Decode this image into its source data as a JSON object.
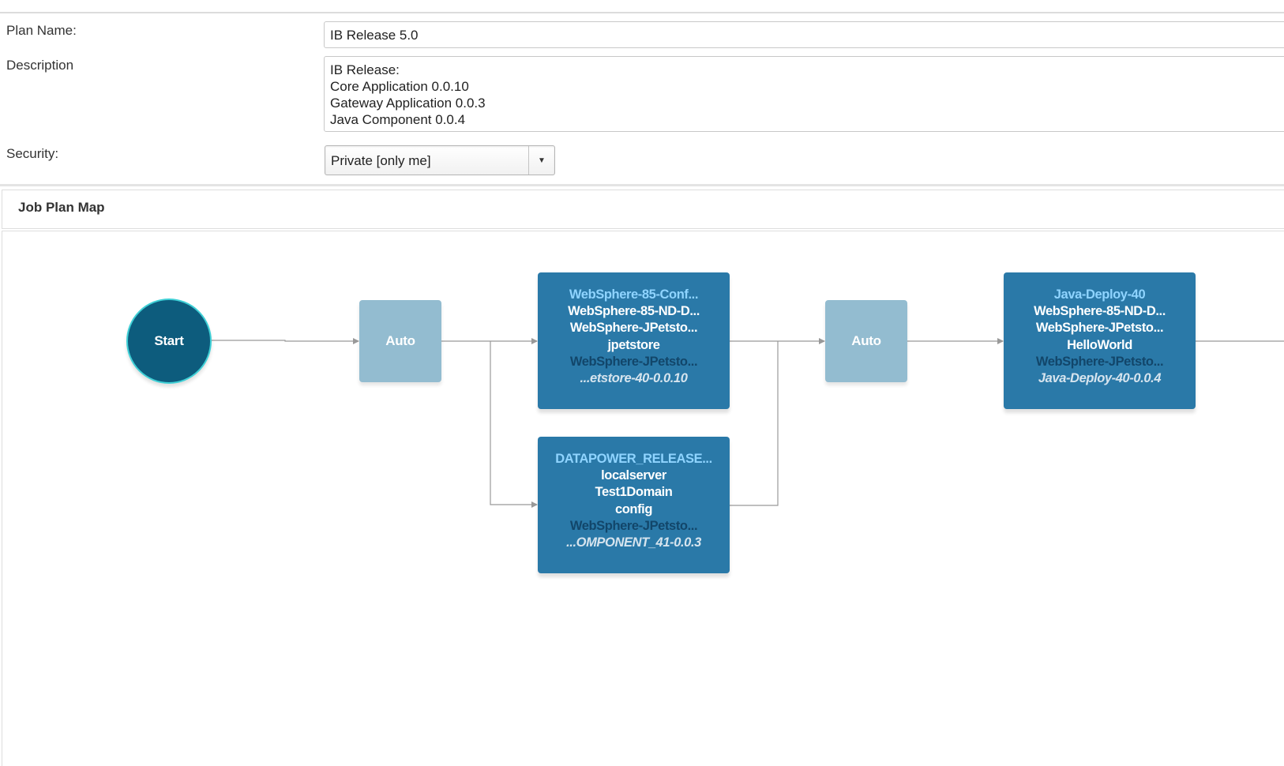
{
  "form": {
    "plan_name_label": "Plan Name:",
    "plan_name_value": "IB Release 5.0",
    "description_label": "Description",
    "description_lines": [
      "IB Release:",
      "Core Application 0.0.10",
      "Gateway Application 0.0.3",
      "Java Component 0.0.4"
    ],
    "security_label": "Security:",
    "security_value": "Private [only me]"
  },
  "job_plan_map": {
    "title": "Job Plan Map",
    "start_label": "Start",
    "auto_nodes": [
      "Auto",
      "Auto"
    ],
    "jobs": [
      {
        "title": "WebSphere-85-Conf...",
        "lines": [
          "WebSphere-85-ND-D...",
          "WebSphere-JPetsto...",
          "jpetstore"
        ],
        "project": "WebSphere-JPetsto...",
        "version": "...etstore-40-0.0.10"
      },
      {
        "title": "DATAPOWER_RELEASE...",
        "lines": [
          "localserver",
          "Test1Domain",
          "config"
        ],
        "project": "WebSphere-JPetsto...",
        "version": "...OMPONENT_41-0.0.3"
      },
      {
        "title": "Java-Deploy-40",
        "lines": [
          "WebSphere-85-ND-D...",
          "WebSphere-JPetsto...",
          "HelloWorld"
        ],
        "project": "WebSphere-JPetsto...",
        "version": "Java-Deploy-40-0.0.4"
      }
    ]
  },
  "colors": {
    "start_fill": "#0d5c7d",
    "start_ring": "#3fd0d6",
    "auto_fill": "#93bcd0",
    "job_fill": "#2a79a8",
    "job_title": "#8fd4ff",
    "connector": "#999999"
  },
  "icons": {
    "select_arrow": "caret-down-icon"
  }
}
